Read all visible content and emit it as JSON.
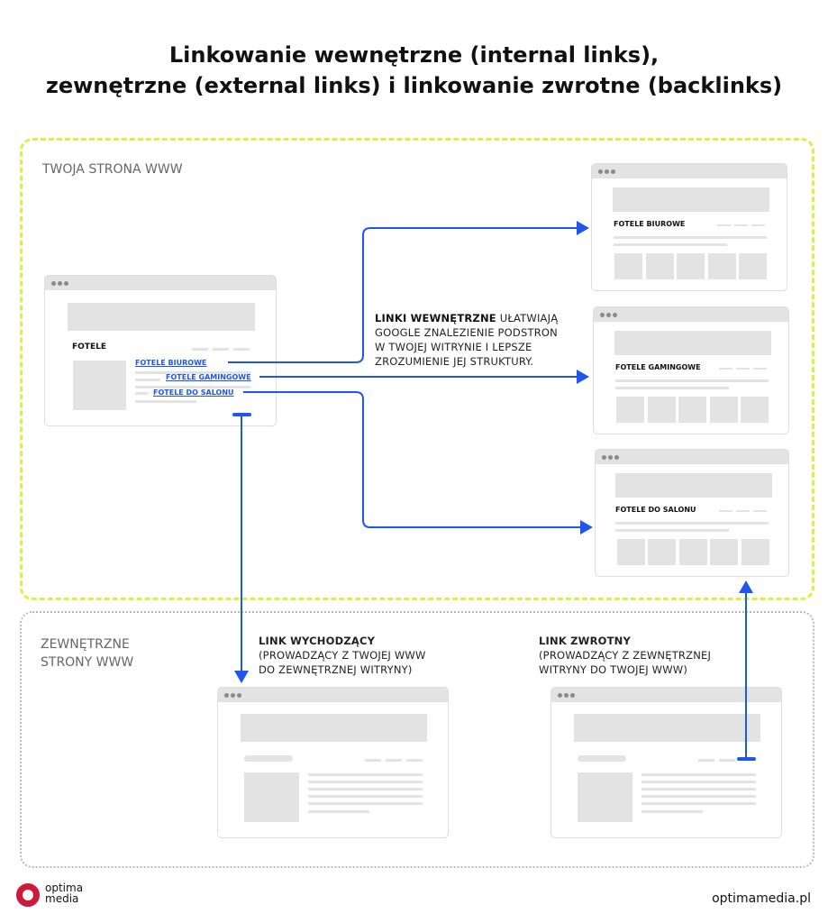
{
  "title": {
    "line1": "Linkowanie wewnętrzne (internal links),",
    "line2": "zewnętrzne (external links) i linkowanie zwrotne (backlinks)"
  },
  "zones": {
    "internal_label": "TWOJA STRONA WWW",
    "external_label_1": "ZEWNĘTRZNE",
    "external_label_2": "STRONY WWW"
  },
  "main_page": {
    "heading": "FOTELE",
    "links": [
      "FOTELE BIUROWE",
      "FOTELE GAMINGOWE",
      "FOTELE DO SALONU"
    ]
  },
  "subpages": [
    "FOTELE BIUROWE",
    "FOTELE GAMINGOWE",
    "FOTELE DO SALONU"
  ],
  "notes": {
    "internal_bold": "LINKI WEWNĘTRZNE",
    "internal_rest_1": " UŁATWIAJĄ",
    "internal_2": "GOOGLE ZNALEZIENIE PODSTRON",
    "internal_3": "W TWOJEJ WITRYNIE I LEPSZE",
    "internal_4": "ZROZUMIENIE JEJ STRUKTURY.",
    "outgoing_title": "LINK WYCHODZĄCY",
    "outgoing_2": "(PROWADZĄCY Z TWOJEJ WWW",
    "outgoing_3": "DO ZEWNĘTRZNEJ WITRYNY)",
    "backlink_title": "LINK ZWROTNY",
    "backlink_2": "(PROWADZĄCY Z ZEWNĘTRZNEJ",
    "backlink_3": "WITRYNY DO TWOJEJ WWW)"
  },
  "footer": {
    "logo_line1": "optima",
    "logo_line2": "media",
    "url": "optimamedia.pl"
  },
  "colors": {
    "link": "#1f56f0",
    "zone": "#dcef45",
    "brand": "#d0193a"
  }
}
